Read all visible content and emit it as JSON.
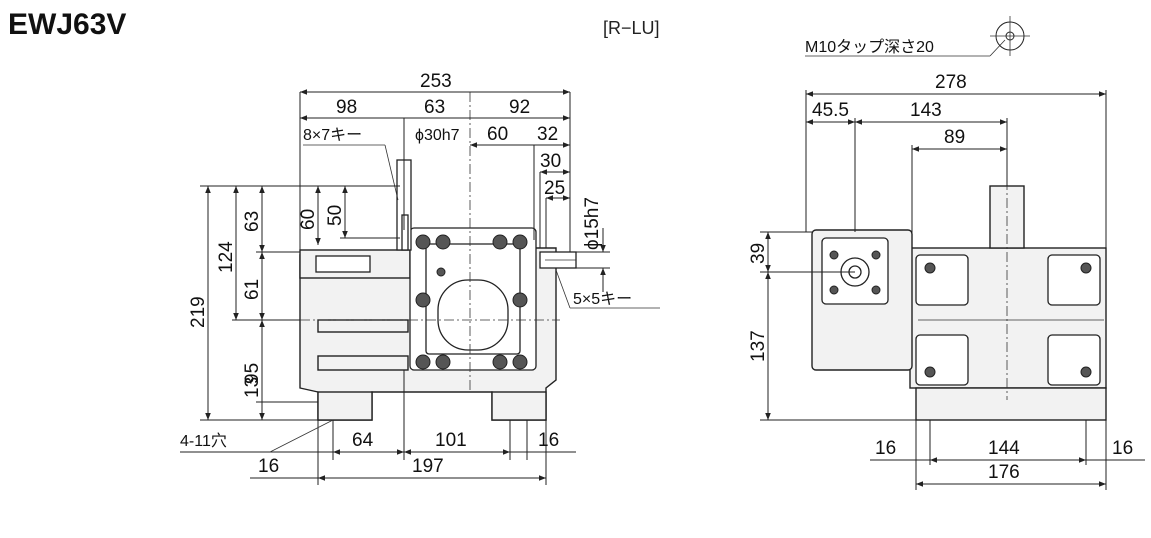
{
  "title": "EWJ63V",
  "subtitle": "[R−LU]",
  "front": {
    "top": {
      "overall": "253",
      "left": "98",
      "mid": "63",
      "right": "92",
      "r60": "60",
      "r32": "32",
      "r30": "30",
      "r25": "25"
    },
    "labels": {
      "key_output": "8×7キー",
      "shaft_out": "ϕ30h7",
      "shaft_in": "ϕ15h7",
      "key_input": "5×5キー",
      "holes": "4-11穴"
    },
    "left_dims": {
      "total": "219",
      "d124": "124",
      "d63": "63",
      "d61": "61",
      "d95": "95",
      "d13": "13",
      "d60": "60",
      "d50": "50"
    },
    "bottom": {
      "b64": "64",
      "b101": "101",
      "b16": "16",
      "b197": "197",
      "bl16": "16"
    }
  },
  "side": {
    "tap": "M10タップ深さ20",
    "top": {
      "overall": "278",
      "a": "45.5",
      "b": "143",
      "c": "89"
    },
    "left": {
      "d39": "39",
      "d137": "137"
    },
    "bottom": {
      "l16": "16",
      "mid": "144",
      "r16": "16",
      "total": "176"
    }
  }
}
